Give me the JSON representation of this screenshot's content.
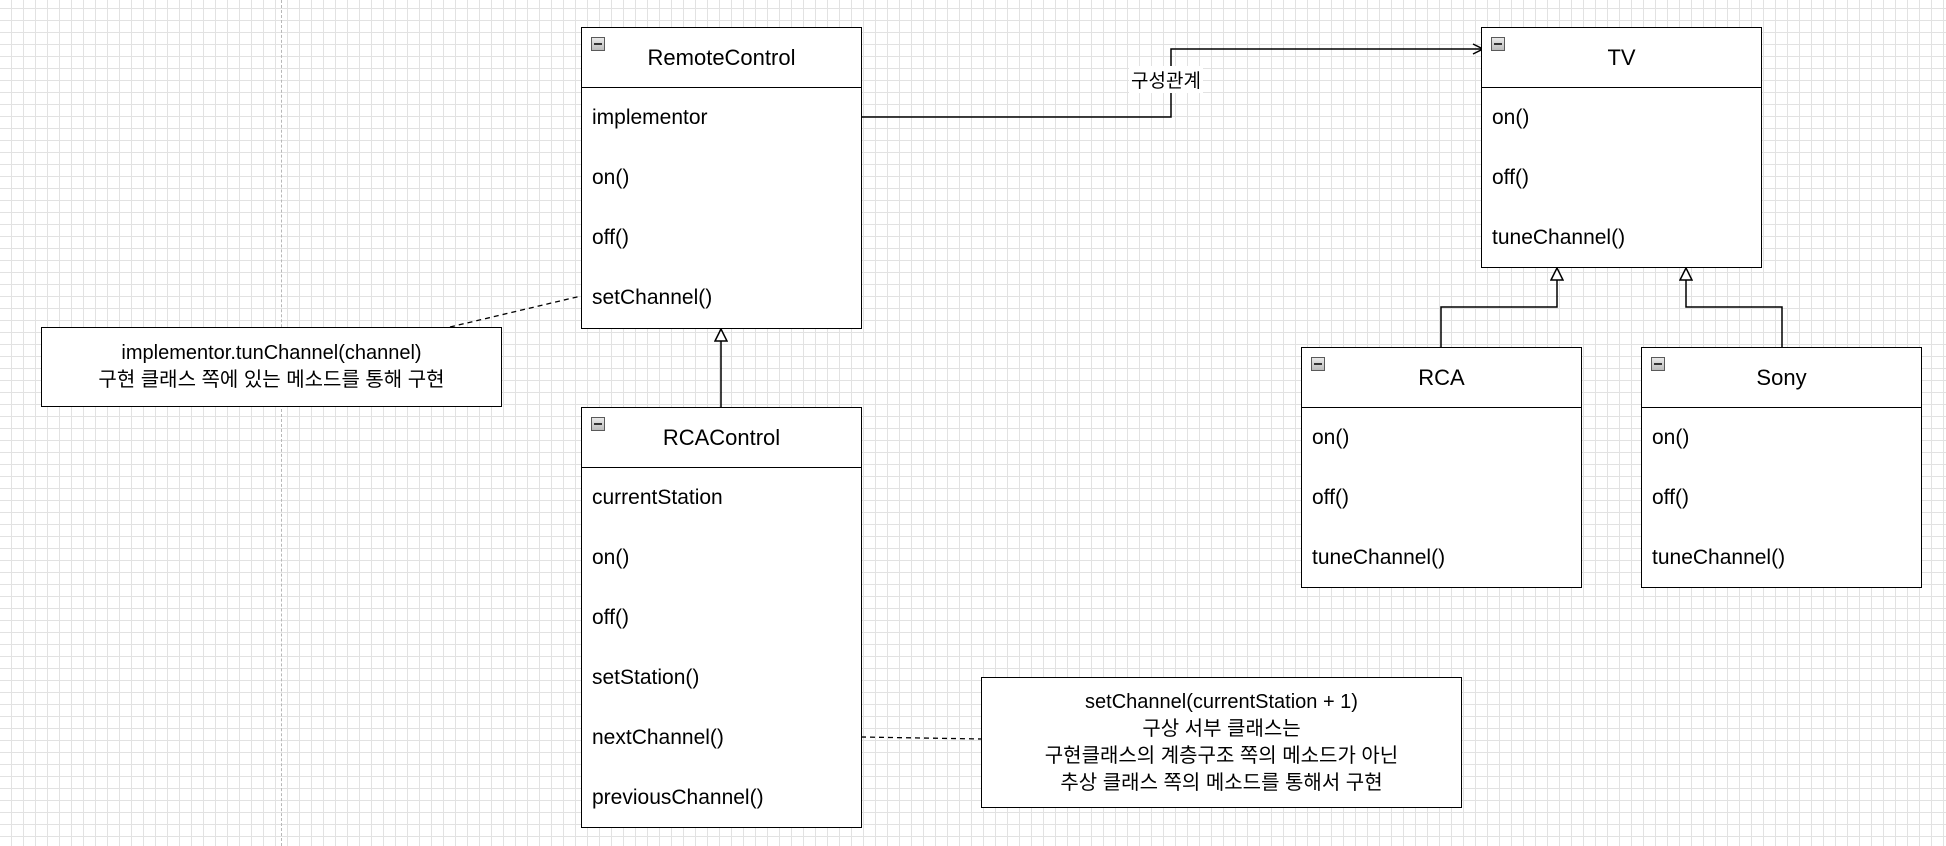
{
  "classes": {
    "remote_control": {
      "name": "RemoteControl",
      "members": [
        "implementor",
        "on()",
        "off()",
        "setChannel()"
      ]
    },
    "rca_control": {
      "name": "RCAControl",
      "members": [
        "currentStation",
        "on()",
        "off()",
        "setStation()",
        "nextChannel()",
        "previousChannel()"
      ]
    },
    "tv": {
      "name": "TV",
      "members": [
        "on()",
        "off()",
        "tuneChannel()"
      ]
    },
    "rca": {
      "name": "RCA",
      "members": [
        "on()",
        "off()",
        "tuneChannel()"
      ]
    },
    "sony": {
      "name": "Sony",
      "members": [
        "on()",
        "off()",
        "tuneChannel()"
      ]
    }
  },
  "notes": {
    "set_channel": {
      "lines": [
        "implementor.tunChannel(channel)",
        "구현 클래스 쪽에 있는 메소드를 통해 구현"
      ]
    },
    "next_channel": {
      "lines": [
        "setChannel(currentStation + 1)",
        "구상 서부 클래스는",
        "구현클래스의 계층구조 쪽의 메소드가 아닌",
        "추상 클래스 쪽의 메소드를 통해서 구현"
      ]
    }
  },
  "edges": {
    "composition_label": "구성관계"
  },
  "colors": {
    "line": "#000000",
    "grid": "#e2e2e2",
    "background": "#ffffff"
  },
  "icons": {
    "class_toggle": "collapse-icon"
  }
}
